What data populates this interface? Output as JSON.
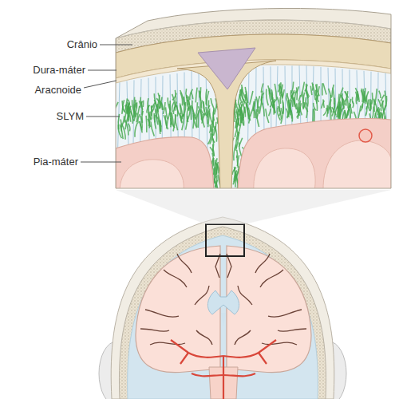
{
  "diagram": {
    "labels": [
      "Crânio",
      "Dura-máter",
      "Aracnoide",
      "SLYM",
      "Pia-máter"
    ]
  }
}
